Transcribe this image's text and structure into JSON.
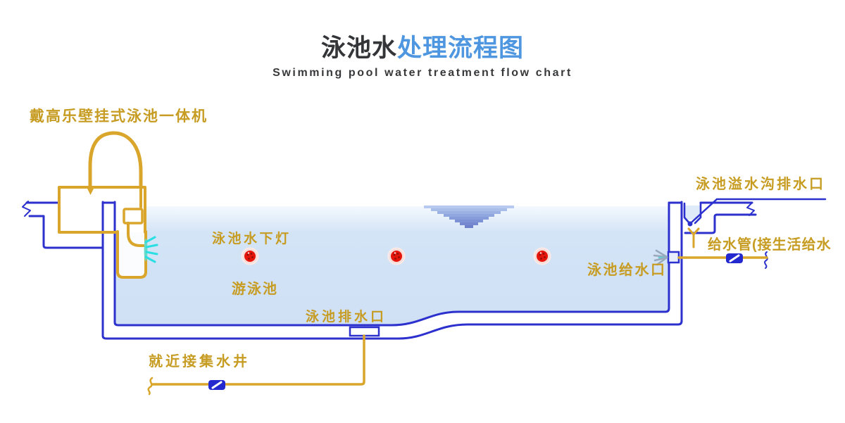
{
  "header": {
    "title_black": "泳池水",
    "title_blue": "处理流程图",
    "subtitle": "Swimming pool water treatment flow chart"
  },
  "diagram": {
    "labels": {
      "machine": "戴高乐壁挂式泳池一体机",
      "underwater_light": "泳池水下灯",
      "swimming_pool": "游泳池",
      "pool_drain": "泳池排水口",
      "collection_well": "就近接集水井",
      "overflow_gutter_drain": "泳池溢水沟排水口",
      "supply_pipe": "给水管(接生活给水",
      "pool_inlet": "泳池给水口"
    },
    "underwater_lights_count": 3,
    "valves_count": 2,
    "colors": {
      "title_accent": "#4e97e0",
      "label_gold": "#c79c22",
      "pipe_gold": "#d9a62b",
      "structure_blue": "#2c31ce",
      "water_blue": "#cfe1f6",
      "light_red": "#e6150b",
      "jet_cyan": "#2adfe4"
    }
  }
}
